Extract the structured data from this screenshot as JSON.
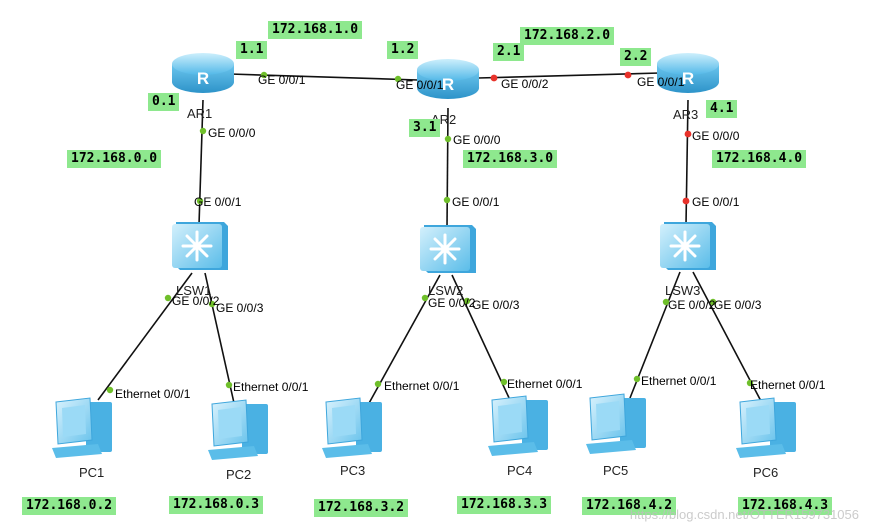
{
  "devices": {
    "ar1": "AR1",
    "ar2": "AR2",
    "ar3": "AR3",
    "lsw1": "LSW1",
    "lsw2": "LSW2",
    "lsw3": "LSW3",
    "pc1": "PC1",
    "pc2": "PC2",
    "pc3": "PC3",
    "pc4": "PC4",
    "pc5": "PC5",
    "pc6": "PC6"
  },
  "labels": {
    "net_1": "172.168.1.0",
    "net_2": "172.168.2.0",
    "ar1_1": "1.1",
    "ar2_1": "1.2",
    "ar2_2": "2.1",
    "ar3_2": "2.2",
    "ar1_0": "0.1",
    "ar2_3": "3.1",
    "ar3_4": "4.1",
    "net_0": "172.168.0.0",
    "net_3": "172.168.3.0",
    "net_4": "172.168.4.0",
    "pc1_ip": "172.168.0.2",
    "pc2_ip": "172.168.0.3",
    "pc3_ip": "172.168.3.2",
    "pc4_ip": "172.168.3.3",
    "pc5_ip": "172.168.4.2",
    "pc6_ip": "172.168.4.3"
  },
  "ports": {
    "ar1_up": "GE 0/0/1",
    "ar2_left": "GE 0/0/1",
    "ar2_right": "GE 0/0/2",
    "ar3_left": "GE 0/0/1",
    "ar1_down": "GE 0/0/0",
    "ar2_down": "GE 0/0/0",
    "ar3_down": "GE 0/0/0",
    "lsw1_up": "GE 0/0/1",
    "lsw2_up": "GE 0/0/1",
    "lsw3_up": "GE 0/0/1",
    "lsw1_p2": "GE 0/0/2",
    "lsw1_p3": "GE 0/0/3",
    "lsw2_p2": "GE 0/0/2",
    "lsw2_p3": "GE 0/0/3",
    "lsw3_p2": "GE 0/0/2",
    "lsw3_p3": "GE 0/0/3",
    "pc1_eth": "Ethernet 0/0/1",
    "pc2_eth": "Ethernet 0/0/1",
    "pc3_eth": "Ethernet 0/0/1",
    "pc4_eth": "Ethernet 0/0/1",
    "pc5_eth": "Ethernet 0/0/1",
    "pc6_eth": "Ethernet 0/0/1"
  },
  "link_colors": {
    "up": "#6fbf2a",
    "down": "#e8322a"
  },
  "watermark": "https://blog.csdn.net/OTTER159731056"
}
